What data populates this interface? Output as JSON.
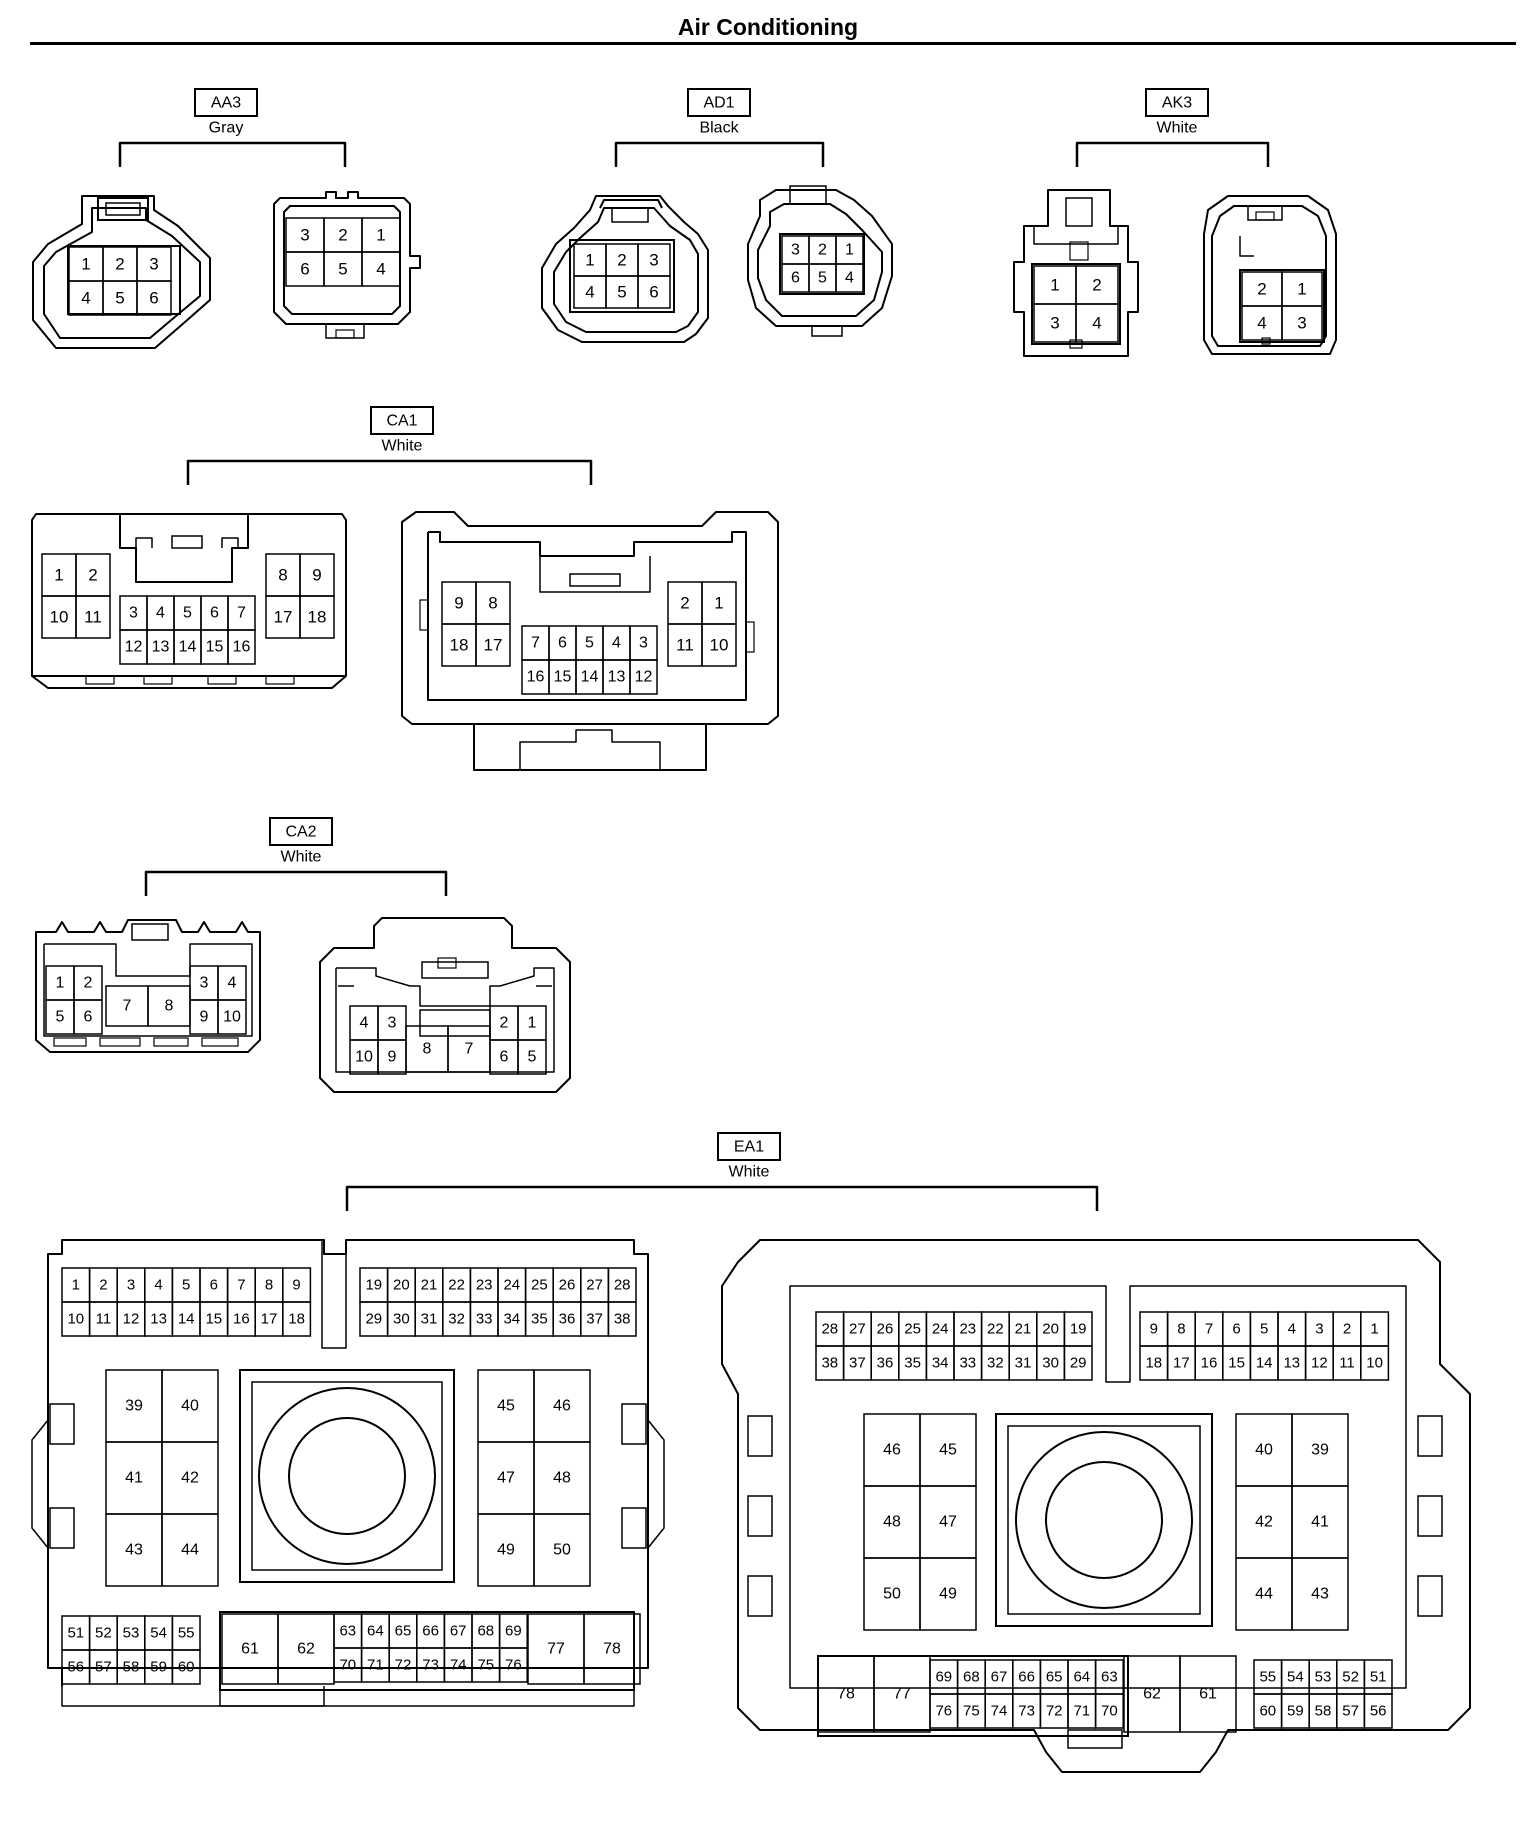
{
  "page": {
    "title": "Air Conditioning"
  },
  "connectors": [
    {
      "id": "AA3",
      "color": "Gray"
    },
    {
      "id": "AD1",
      "color": "Black"
    },
    {
      "id": "AK3",
      "color": "White"
    },
    {
      "id": "CA1",
      "color": "White"
    },
    {
      "id": "CA2",
      "color": "White"
    },
    {
      "id": "EA1",
      "color": "White"
    }
  ]
}
